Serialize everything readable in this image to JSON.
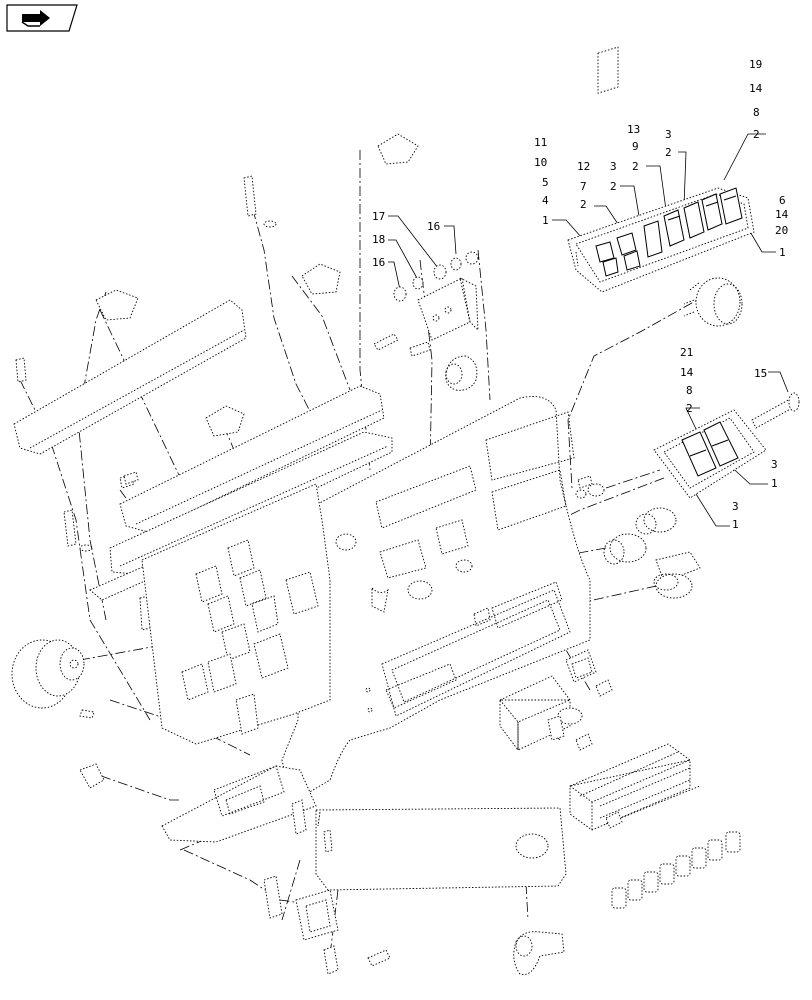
{
  "nav": {
    "icon": "next-page-arrow-icon"
  },
  "callouts": {
    "c_19": "19",
    "c_14a": "14",
    "c_8a": "8",
    "c_2a": "2",
    "c_13": "13",
    "c_3a": "3",
    "c_9": "9",
    "c_2b": "2",
    "c_2c": "2",
    "c_11": "11",
    "c_10": "10",
    "c_5": "5",
    "c_4": "4",
    "c_1a": "1",
    "c_12": "12",
    "c_3b": "3",
    "c_7": "7",
    "c_2d": "2",
    "c_2e": "2",
    "c_6": "6",
    "c_14b": "14",
    "c_20": "20",
    "c_1b": "1",
    "c_17": "17",
    "c_16a": "16",
    "c_18": "18",
    "c_16b": "16",
    "c_21": "21",
    "c_14c": "14",
    "c_8b": "8",
    "c_2f": "2",
    "c_15": "15",
    "c_3c": "3",
    "c_1c": "1",
    "c_3d": "3",
    "c_1d": "1"
  }
}
